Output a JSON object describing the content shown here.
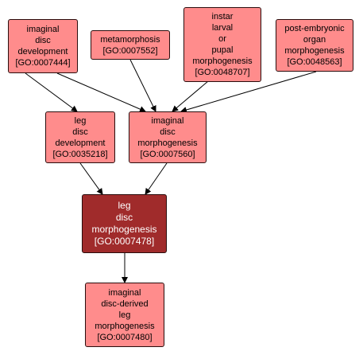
{
  "nodes": {
    "imaginal_disc_development": {
      "lines": [
        "imaginal",
        "disc",
        "development",
        "[GO:0007444]"
      ]
    },
    "metamorphosis": {
      "lines": [
        "metamorphosis",
        "[GO:0007552]"
      ]
    },
    "instar_larval_pupal_morphogenesis": {
      "lines": [
        "instar",
        "larval",
        "or",
        "pupal",
        "morphogenesis",
        "[GO:0048707]"
      ]
    },
    "post_embryonic_organ_morphogenesis": {
      "lines": [
        "post-embryonic",
        "organ",
        "morphogenesis",
        "[GO:0048563]"
      ]
    },
    "leg_disc_development": {
      "lines": [
        "leg",
        "disc",
        "development",
        "[GO:0035218]"
      ]
    },
    "imaginal_disc_morphogenesis": {
      "lines": [
        "imaginal",
        "disc",
        "morphogenesis",
        "[GO:0007560]"
      ]
    },
    "leg_disc_morphogenesis": {
      "lines": [
        "leg",
        "disc",
        "morphogenesis",
        "[GO:0007478]"
      ]
    },
    "imaginal_disc_derived_leg_morphogenesis": {
      "lines": [
        "imaginal",
        "disc-derived",
        "leg",
        "morphogenesis",
        "[GO:0007480]"
      ]
    }
  },
  "colors": {
    "node_fill": "#ff8c8c",
    "focus_fill": "#a02b2b",
    "border": "#2a0d0d",
    "edge": "#000000"
  }
}
